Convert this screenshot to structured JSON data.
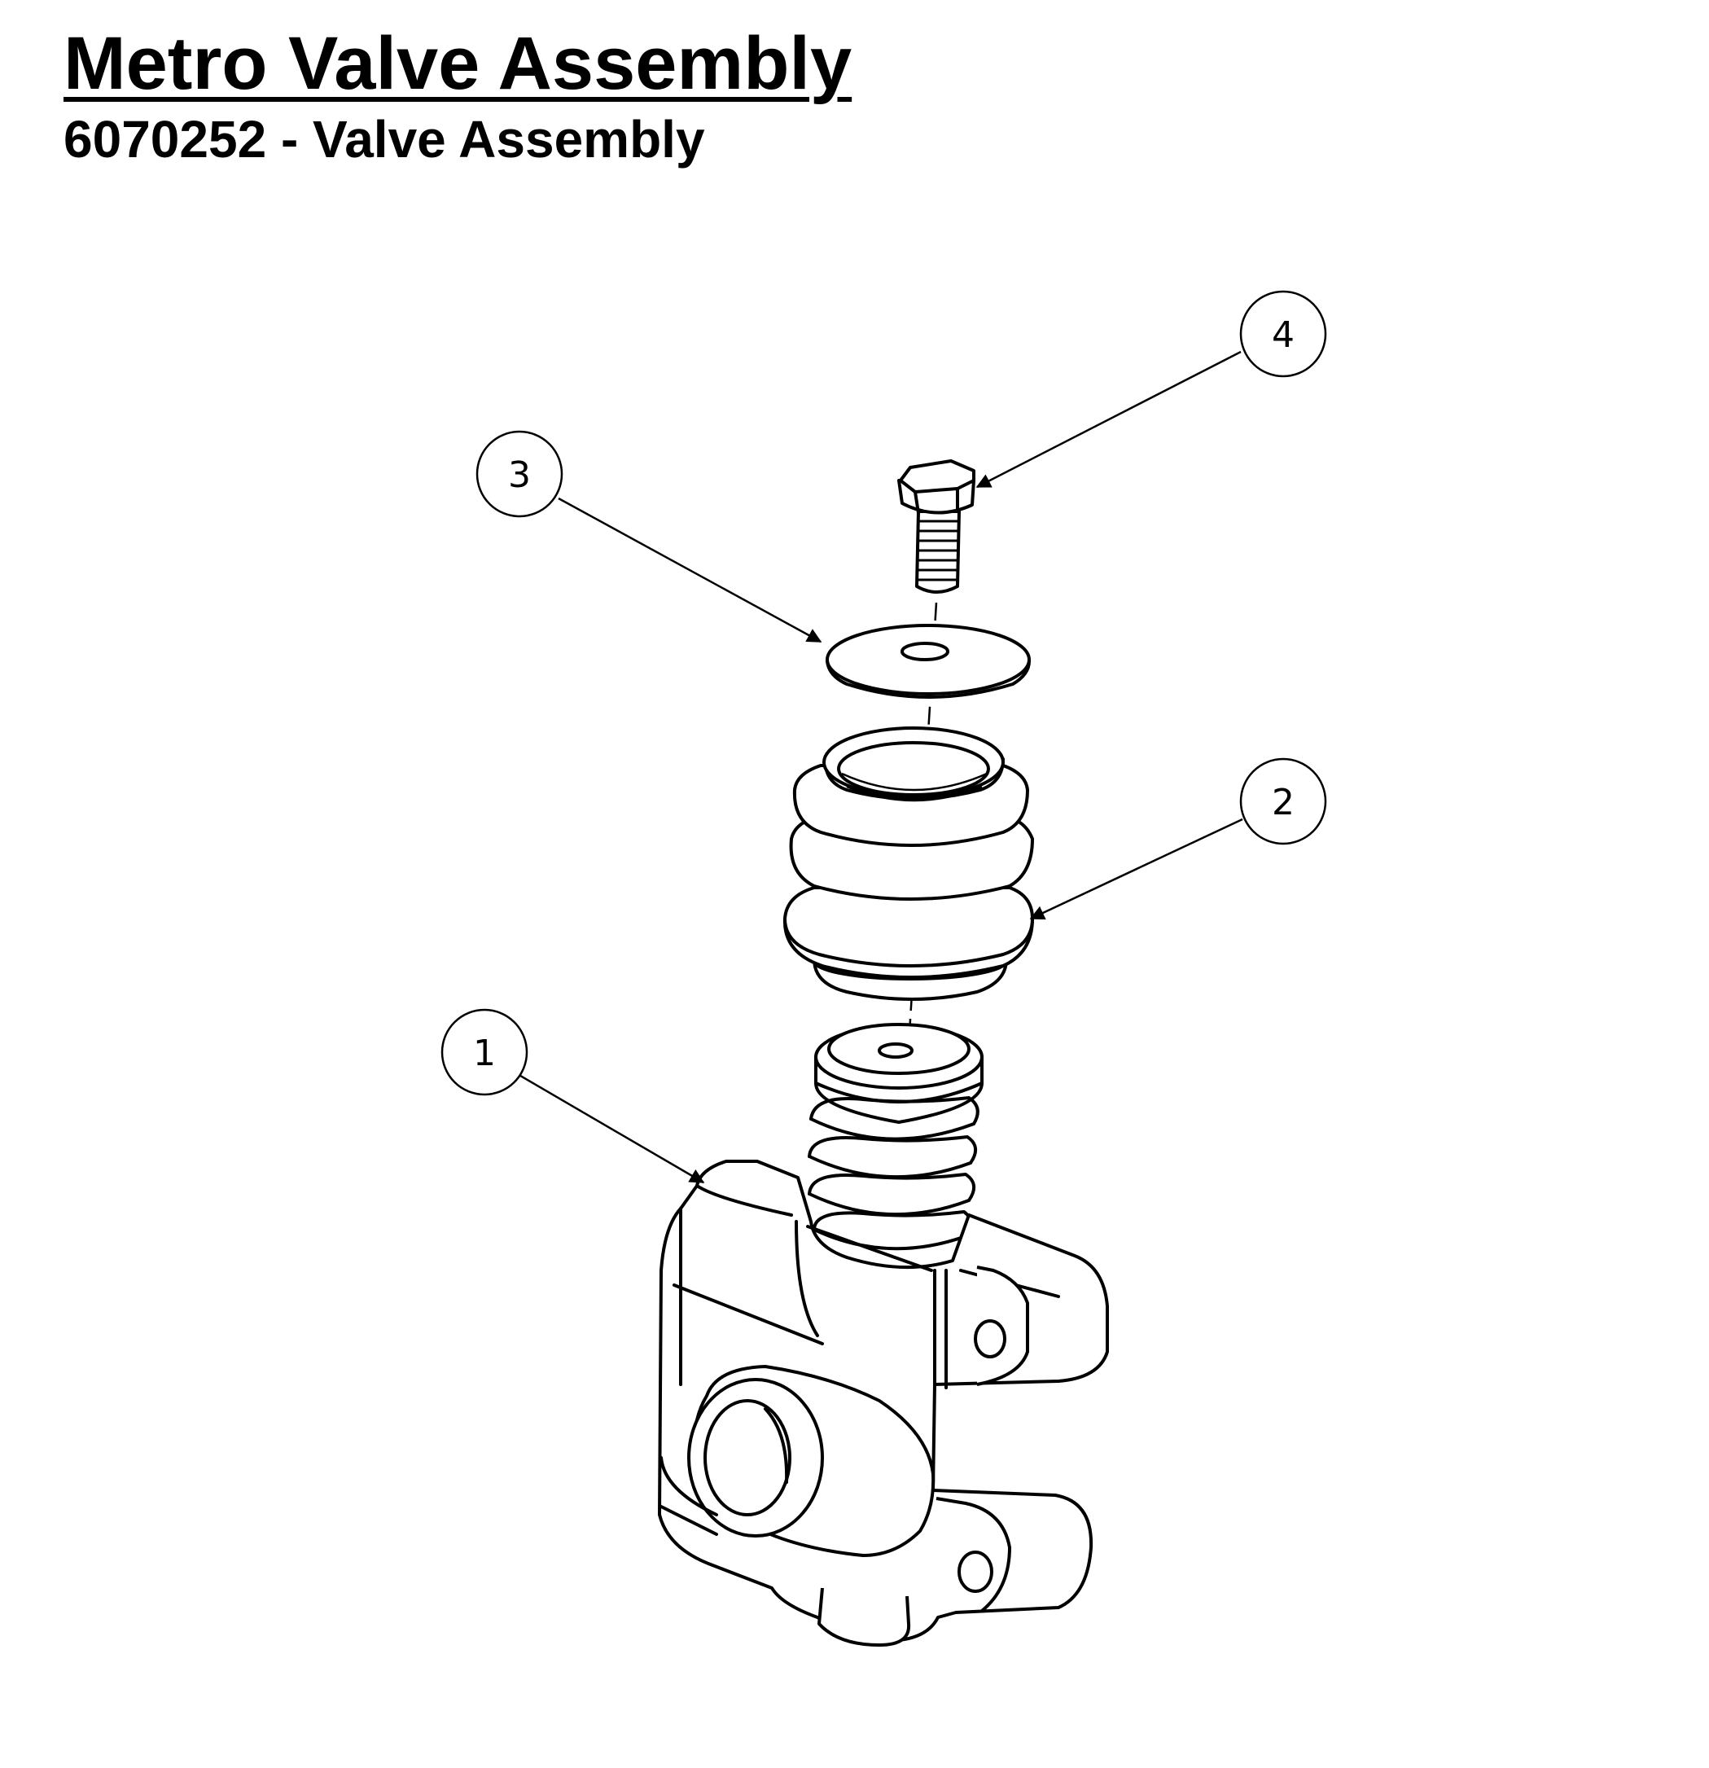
{
  "header": {
    "title": "Metro Valve Assembly",
    "subtitle": "6070252 - Valve Assembly"
  },
  "diagram": {
    "type": "exploded-parts-view",
    "balloons": [
      {
        "number": "1",
        "part": "valve-body"
      },
      {
        "number": "2",
        "part": "valve-cage"
      },
      {
        "number": "3",
        "part": "washer"
      },
      {
        "number": "4",
        "part": "hex-bolt"
      }
    ],
    "line_color": "#000000",
    "background_color": "#ffffff"
  }
}
